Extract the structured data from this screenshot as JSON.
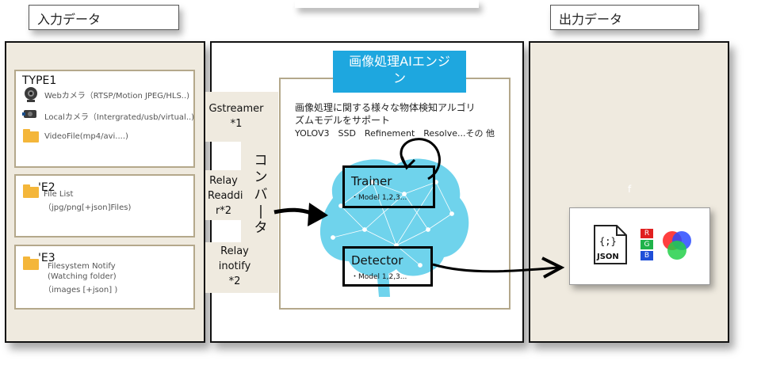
{
  "header": {
    "input_label": "入力データ",
    "output_label": "出力データ"
  },
  "input": {
    "type1": {
      "title": "TYPE1",
      "sources": [
        {
          "icon": "webcam-icon",
          "text": "Webカメラ（RTSP/Motion JPEG/HLS..)"
        },
        {
          "icon": "camera-icon",
          "text": "Localカメラ（Intergrated/usb/virtual..)"
        },
        {
          "icon": "folder-icon",
          "text": "VideoFile(mp4/avi....)"
        }
      ]
    },
    "type2": {
      "title": "'E2",
      "line1": "File List",
      "line2": "（jpg/png[+json]Files)"
    },
    "type3": {
      "title": "'E3",
      "line1": "Filesystem Notify",
      "line2": "(Watching folder)",
      "line3": "（images [+json] )"
    }
  },
  "converter": {
    "gstreamer": "Gstreamer",
    "gstreamer_note": "*1",
    "relay1": "Relay",
    "relay1_b": "Readdi",
    "relay1_c": "r*2",
    "relay2": "Relay",
    "relay2_b": "inotify",
    "relay2_c": "*2",
    "vertical_chars": [
      "コ",
      "ン",
      "バ",
      "|",
      "タ"
    ]
  },
  "engine": {
    "title_line1": "画像処理AIエンジ",
    "title_line2": "ン",
    "desc_line1": "画像処理に関する様々な物体検知アルゴリ",
    "desc_line2": "ズムモデルをサポート",
    "models": "YOLOV3　SSD　Refinement　Resolve...その 他",
    "trainer": {
      "name": "Trainer",
      "sub": "・Model 1,2,3..."
    },
    "detector": {
      "name": "Detector",
      "sub": "・Model 1,2,3..."
    }
  },
  "output": {
    "stray_char": "f",
    "json_label": "JSON",
    "json_glyph": "{;}",
    "rgb_letters": [
      "R",
      "G",
      "B"
    ],
    "colors": {
      "r": "#e02020",
      "g": "#1fb34a",
      "b": "#1f4ed8"
    }
  },
  "colors": {
    "engine_blue": "#1ea7df",
    "brain_cyan": "#6fd3ec",
    "panel_beige": "#efeadf",
    "frame_tan": "#b4a88b"
  }
}
